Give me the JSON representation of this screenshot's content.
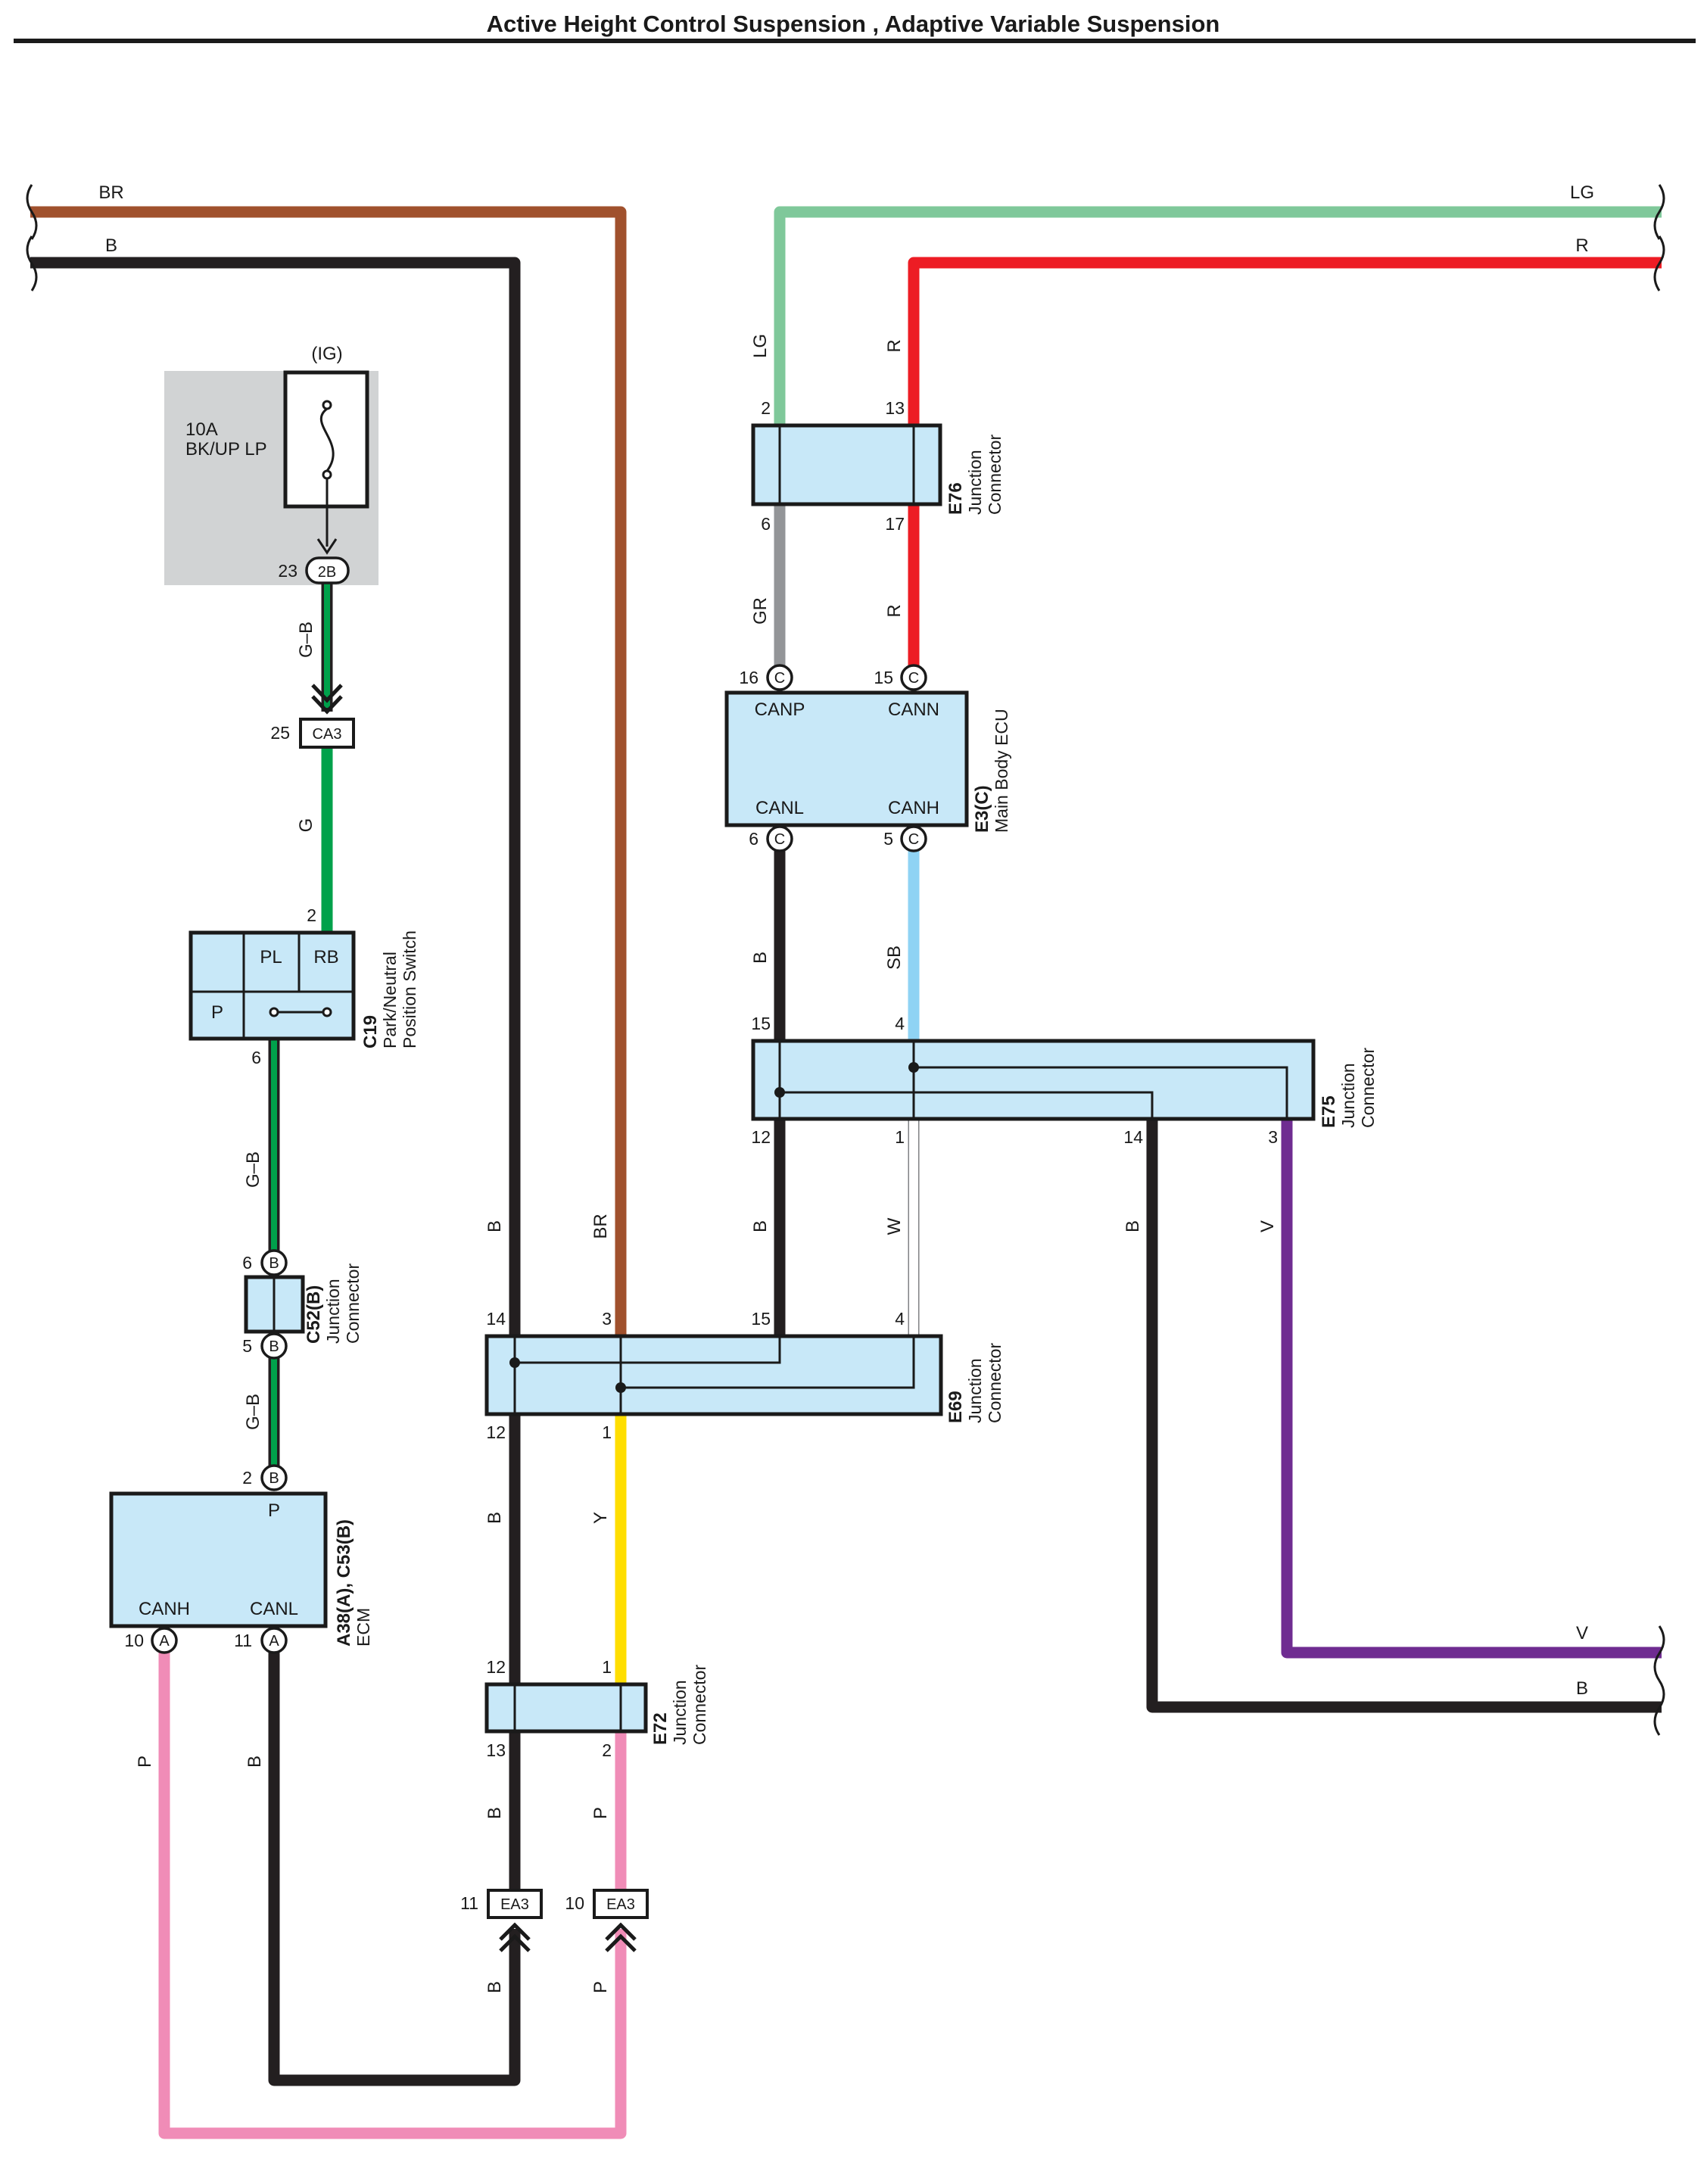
{
  "title": "Active Height Control Suspension , Adaptive Variable Suspension",
  "colors": {
    "BR": "#a0512d",
    "B": "#231f20",
    "LG": "#7fc89a",
    "R": "#ed1c24",
    "GR": "#939598",
    "G": "#00a14b",
    "SB": "#8fd3f4",
    "W": "#ffffff",
    "V": "#6f2c91",
    "Y": "#ffde00",
    "P": "#f08cb7",
    "connector_fill": "#c8e8f8",
    "fuse_bg": "#d1d3d4"
  },
  "wire_labels": {
    "br_top": "BR",
    "b_top": "B",
    "lg_top": "LG",
    "r_top": "R",
    "lg_vert": "LG",
    "r_vert1": "R",
    "gr_vert": "GR",
    "r_vert2": "R",
    "gb_vert1": "G–B",
    "g_vert": "G",
    "gb_vert2": "G–B",
    "gb_vert3": "G–B",
    "b_vert_left": "B",
    "br_vert": "BR",
    "b_e75_e69": "B",
    "w_vert": "W",
    "b_e75_14": "B",
    "v_vert": "V",
    "b_e3_e75": "B",
    "sb_vert": "SB",
    "b_e69_e72": "B",
    "y_vert": "Y",
    "b_e72_ea3": "B",
    "p_e72_ea3": "P",
    "b_below_ea3": "B",
    "p_below_ea3": "P",
    "p_ecm": "P",
    "b_ecm": "B",
    "v_right": "V",
    "b_right": "B"
  },
  "fuse": {
    "ig": "(IG)",
    "rating": "10A",
    "name": "BK/UP LP",
    "pin": "23",
    "connector": "2B"
  },
  "connectors": {
    "ca3": {
      "pin": "25",
      "label": "CA3"
    },
    "c19": {
      "id": "C19",
      "name_line1": "Park/Neutral",
      "name_line2": "Position Switch",
      "pin_top": "2",
      "pin_bottom": "6",
      "pl": "PL",
      "rb": "RB",
      "p": "P"
    },
    "c52": {
      "id": "C52(B)",
      "name_line1": "Junction",
      "name_line2": "Connector",
      "pin_top": "6",
      "pin_bottom": "5",
      "tag": "B"
    },
    "ecm": {
      "id": "A38(A), C53(B)",
      "name": "ECM",
      "pin_top": "2",
      "tag_top": "B",
      "p_label": "P",
      "canh": "CANH",
      "canl": "CANL",
      "pin_canh": "10",
      "pin_canl": "11",
      "tag_bottom": "A"
    },
    "e76": {
      "id": "E76",
      "name_line1": "Junction",
      "name_line2": "Connector",
      "pin_tl": "2",
      "pin_tr": "13",
      "pin_bl": "6",
      "pin_br": "17"
    },
    "e3": {
      "id": "E3(C)",
      "name": "Main Body ECU",
      "canp": "CANP",
      "cann": "CANN",
      "canl": "CANL",
      "canh": "CANH",
      "pin_tl": "16",
      "pin_tr": "15",
      "pin_bl": "6",
      "pin_br": "5",
      "tag": "C"
    },
    "e75": {
      "id": "E75",
      "name_line1": "Junction",
      "name_line2": "Connector",
      "pin_t1": "15",
      "pin_t2": "4",
      "pin_b1": "12",
      "pin_b2": "1",
      "pin_b3": "14",
      "pin_b4": "3"
    },
    "e69": {
      "id": "E69",
      "name_line1": "Junction",
      "name_line2": "Connector",
      "pin_t1": "14",
      "pin_t2": "3",
      "pin_t3": "15",
      "pin_t4": "4",
      "pin_b1": "12",
      "pin_b2": "1"
    },
    "e72": {
      "id": "E72",
      "name_line1": "Junction",
      "name_line2": "Connector",
      "pin_t1": "12",
      "pin_t2": "1",
      "pin_b1": "13",
      "pin_b2": "2"
    },
    "ea3_left": {
      "pin": "11",
      "label": "EA3"
    },
    "ea3_right": {
      "pin": "10",
      "label": "EA3"
    }
  }
}
